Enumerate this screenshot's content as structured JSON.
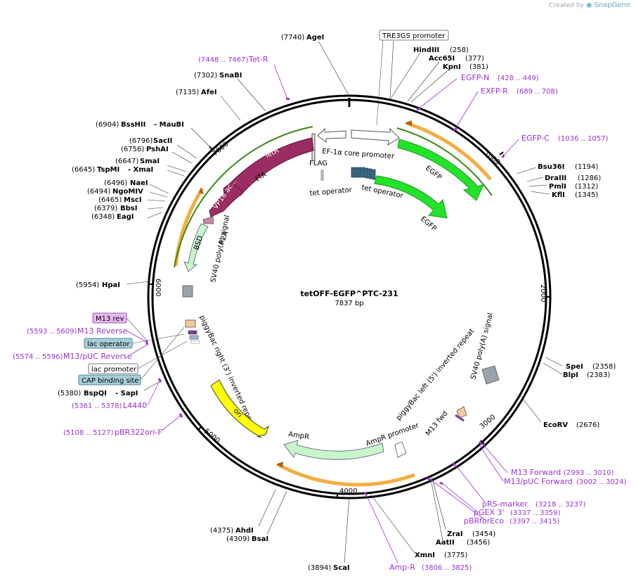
{
  "credit": {
    "prefix": "Created by",
    "brand": "SnapGene"
  },
  "plasmid": {
    "name": "tetOFF-EGFP^PTC-231",
    "size_label": "7837 bp"
  },
  "ticks": [
    "1000",
    "2000",
    "3000",
    "4000",
    "5000",
    "6000",
    "7000"
  ],
  "enzymes": [
    {
      "pos": "(7740)",
      "name": "AgeI"
    },
    {
      "pos": "(258)",
      "name": "HindIII"
    },
    {
      "pos": "(377)",
      "name": "Acc65I"
    },
    {
      "pos": "(381)",
      "name": "KpnI"
    },
    {
      "pos": "(7302)",
      "name": "SnaBI"
    },
    {
      "pos": "(7135)",
      "name": "AfeI"
    },
    {
      "pos": "(6904)",
      "name": "BssHII",
      "extra": "- MauBI"
    },
    {
      "pos": "(6796)",
      "name": "SacII"
    },
    {
      "pos": "(6756)",
      "name": "PshAI"
    },
    {
      "pos": "(6647)",
      "name": "SmaI"
    },
    {
      "pos": "(6645)",
      "name": "TspMI",
      "extra": "- XmaI"
    },
    {
      "pos": "(6496)",
      "name": "NaeI"
    },
    {
      "pos": "(6494)",
      "name": "NgoMIV"
    },
    {
      "pos": "(6465)",
      "name": "MscI"
    },
    {
      "pos": "(6379)",
      "name": "BbsI"
    },
    {
      "pos": "(6348)",
      "name": "EagI"
    },
    {
      "pos": "(5954)",
      "name": "HpaI"
    },
    {
      "pos": "(5380)",
      "name": "BspQI",
      "extra": "- SapI"
    },
    {
      "pos": "(1194)",
      "name": "Bsu36I"
    },
    {
      "pos": "(1286)",
      "name": "DraIII"
    },
    {
      "pos": "(1312)",
      "name": "PmlI"
    },
    {
      "pos": "(1345)",
      "name": "KflI"
    },
    {
      "pos": "(2358)",
      "name": "SpeI"
    },
    {
      "pos": "(2383)",
      "name": "BlpI"
    },
    {
      "pos": "(2676)",
      "name": "EcoRV"
    },
    {
      "pos": "(3454)",
      "name": "ZraI"
    },
    {
      "pos": "(3456)",
      "name": "AatII"
    },
    {
      "pos": "(3775)",
      "name": "XmnI"
    },
    {
      "pos": "(3894)",
      "name": "ScaI"
    },
    {
      "pos": "(4375)",
      "name": "AhdI"
    },
    {
      "pos": "(4309)",
      "name": "BsaI"
    }
  ],
  "primers": [
    {
      "range": "(7448 .. 7467)",
      "name": "Tet-R"
    },
    {
      "range": "(428 .. 449)",
      "name": "EGFP-N"
    },
    {
      "range": "(689 .. 708)",
      "name": "EXFP-R"
    },
    {
      "range": "(1036 .. 1057)",
      "name": "EGFP-C"
    },
    {
      "range": "(5593 .. 5609)",
      "name": "M13 Reverse"
    },
    {
      "range": "(5574 .. 5596)",
      "name": "M13/pUC Reverse"
    },
    {
      "range": "(5361 .. 5378)",
      "name": "L4440"
    },
    {
      "range": "(5108 .. 5127)",
      "name": "pBR322ori-F"
    },
    {
      "range": "(2993 .. 3010)",
      "name": "M13 Forward"
    },
    {
      "range": "(3002 .. 3024)",
      "name": "M13/pUC Forward"
    },
    {
      "range": "(3218 .. 3237)",
      "name": "pRS-marker"
    },
    {
      "range": "(3337 .. 3359)",
      "name": "pGEX 3'"
    },
    {
      "range": "(3397 .. 3415)",
      "name": "pBRforEco"
    },
    {
      "range": "(3806 .. 3825)",
      "name": "Amp-R"
    }
  ],
  "boxed_labels": {
    "tre3gs": "TRE3GS promoter",
    "m13rev": "M13 rev",
    "lac_operator": "lac operator",
    "lac_promoter": "lac promoter",
    "cap_site": "CAP binding site"
  },
  "features": {
    "ef1a": "EF-1α core promoter",
    "egfp_outer": "EGFP",
    "egfp_inner": "EGFP",
    "tet_operator_1": "tet operator",
    "tet_operator_2": "tet operator",
    "flag": "FLAG",
    "teta": "tTA",
    "tetr": "TetR",
    "vp16": "VP16 ac...",
    "p2a": "P2A",
    "bsd": "BSD",
    "sv40_left": "SV40 poly(A) signal",
    "sv40_right": "SV40 poly(A) signal",
    "pb_right": "piggyBac right (3') inverted repeat",
    "pb_left": "piggyBac left (5') inverted repeat",
    "ori": "ori",
    "ampr": "AmpR",
    "ampr_promoter": "AmpR promoter",
    "m13_fwd": "M13 fwd"
  },
  "colors": {
    "enzyme": "#000000",
    "primer": "#9b30d9",
    "egfp": "#22e22a",
    "tetr": "#9b2d62",
    "bsd": "#c8f5c8",
    "ori": "#ffff00",
    "ampr": "#c8f5c8",
    "orange": "#f0a020",
    "tet_operator": "#2f6e85",
    "sv40": "#9aa3ab"
  }
}
